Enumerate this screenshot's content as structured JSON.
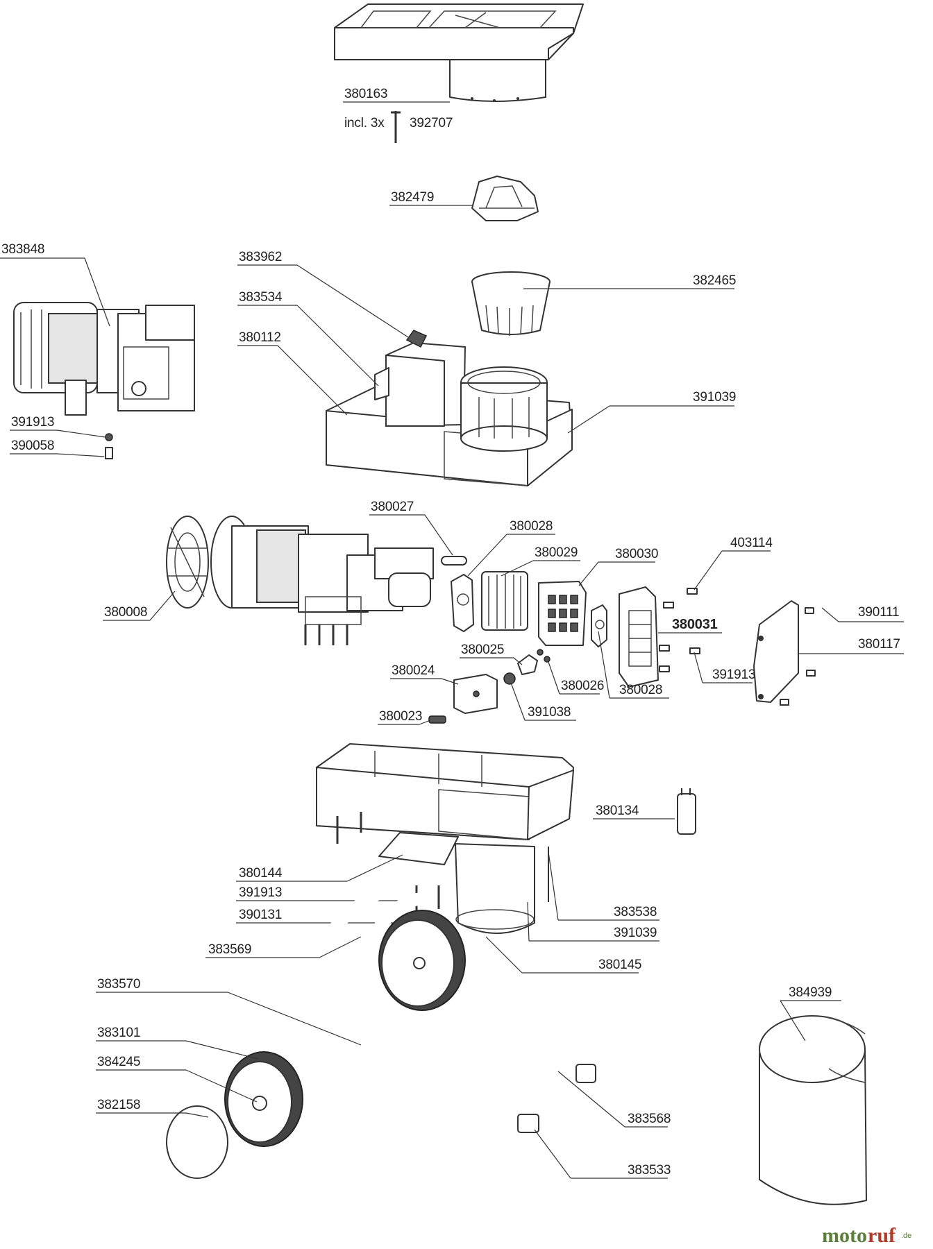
{
  "labels": {
    "p380163": "380163",
    "incl": "incl. 3x",
    "p392707": "392707",
    "p382479": "382479",
    "p383848": "383848",
    "p383962": "383962",
    "p382465": "382465",
    "p383534": "383534",
    "p380112": "380112",
    "p391039_top": "391039",
    "p391913_top": "391913",
    "p390058": "390058",
    "p380027": "380027",
    "p380028_top": "380028",
    "p380029": "380029",
    "p380030": "380030",
    "p403114": "403114",
    "p390111": "390111",
    "p380008": "380008",
    "p380031": "380031",
    "p380117": "380117",
    "p380025": "380025",
    "p391913_mid": "391913",
    "p380024": "380024",
    "p380026": "380026",
    "p380028_bot": "380028",
    "p391038": "391038",
    "p380023": "380023",
    "p380134": "380134",
    "p380144": "380144",
    "p391913_low": "391913",
    "p390131": "390131",
    "p383538": "383538",
    "p391039_low": "391039",
    "p383569": "383569",
    "p380145": "380145",
    "p383570": "383570",
    "p384939": "384939",
    "p383101": "383101",
    "p384245": "384245",
    "p382158": "382158",
    "p383568": "383568",
    "p383533": "383533"
  },
  "logo": {
    "part1": "moto",
    "part2": "ruf",
    "suffix": ".de"
  },
  "colors": {
    "line": "#333333",
    "logo_green": "#5a7f3a",
    "logo_red": "#b23a2a"
  }
}
